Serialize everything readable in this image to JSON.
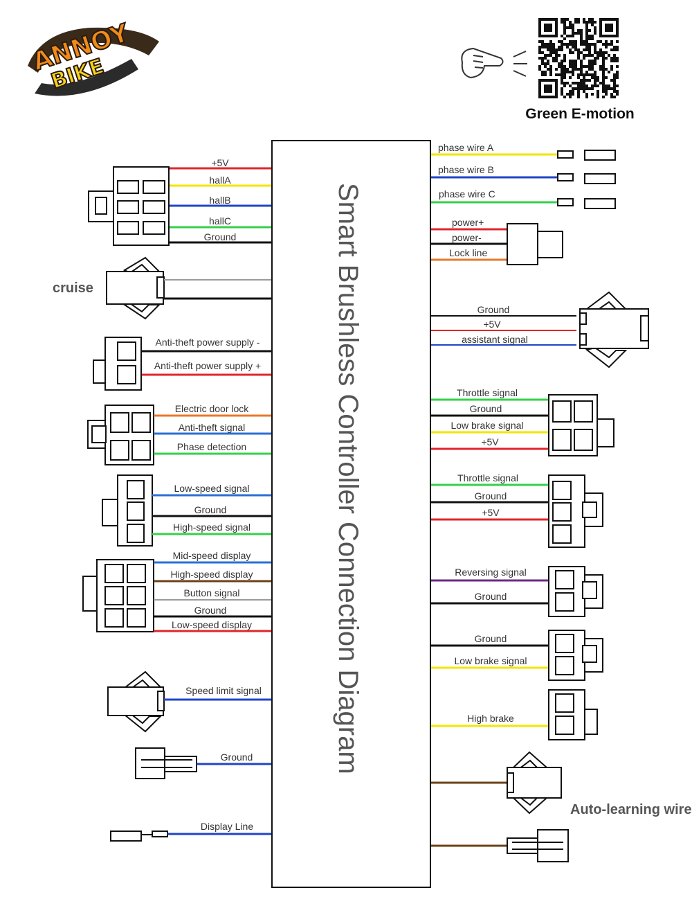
{
  "logo": {
    "line1": "ANNOY",
    "line2": "BIKE"
  },
  "qr": {
    "caption": "Green E-motion"
  },
  "title": "Smart Brushless Controller Connection Diagram",
  "colors": {
    "red": "#e0262b",
    "yellow": "#f2e600",
    "blue": "#1f45c8",
    "green": "#33d14a",
    "black": "#111111",
    "orange": "#e8782a",
    "brown": "#6b4216",
    "purple": "#6a2a8c",
    "lightblue": "#2a6fd6",
    "gray": "#9a9a9a"
  },
  "left": {
    "hall": {
      "labels": [
        "+5V",
        "hallA",
        "hallB",
        "hallC",
        "Ground"
      ]
    },
    "cruise": {
      "label": "cruise"
    },
    "antitheft_power": {
      "labels": [
        "Anti-theft power supply -",
        "Anti-theft power supply +"
      ]
    },
    "door": {
      "labels": [
        "Electric door lock",
        "Anti-theft signal",
        "Phase detection"
      ]
    },
    "speed3": {
      "labels": [
        "Low-speed signal",
        "Ground",
        "High-speed signal"
      ]
    },
    "display5": {
      "labels": [
        "Mid-speed display",
        "High-speed display",
        "Button signal",
        "Ground",
        "Low-speed display"
      ]
    },
    "speedlimit": {
      "label": "Speed limit signal"
    },
    "ground": {
      "label": "Ground"
    },
    "displayline": {
      "label": "Display Line"
    }
  },
  "right": {
    "phase": {
      "labels": [
        "phase wire A",
        "phase wire B",
        "phase wire C"
      ]
    },
    "power": {
      "labels": [
        "power+",
        "power-",
        "Lock line"
      ]
    },
    "assist": {
      "labels": [
        "Ground",
        "+5V",
        "assistant signal"
      ]
    },
    "throttle4": {
      "labels": [
        "Throttle signal",
        "Ground",
        "Low brake signal",
        "+5V"
      ]
    },
    "throttle3": {
      "labels": [
        "Throttle signal",
        "Ground",
        "+5V"
      ]
    },
    "reverse": {
      "labels": [
        "Reversing signal",
        "Ground"
      ]
    },
    "lowbrake": {
      "labels": [
        "Ground",
        "Low brake signal"
      ]
    },
    "highbrake": {
      "label": "High brake"
    },
    "autolearn": {
      "label": "Auto-learning wire"
    }
  }
}
